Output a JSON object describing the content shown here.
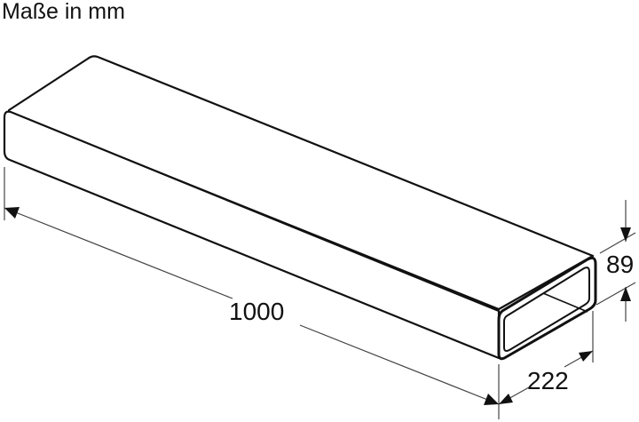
{
  "title": "Maße in mm",
  "dimensions": {
    "length": "1000",
    "width": "222",
    "height": "89"
  }
}
